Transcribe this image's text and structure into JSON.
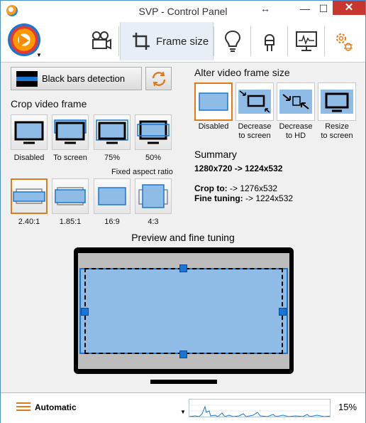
{
  "window": {
    "title": "SVP - Control Panel",
    "pin_icon": "resize-arrows-icon",
    "close": "✕"
  },
  "toolbar": {
    "logo": "svp-logo-icon",
    "tabs": [
      {
        "name": "video-camera-icon"
      },
      {
        "name": "crop-icon",
        "label": "Frame size",
        "active": true
      },
      {
        "name": "lightbulb-icon"
      },
      {
        "name": "connector-icon"
      },
      {
        "name": "monitor-graph-icon"
      },
      {
        "name": "gear-bug-icon"
      }
    ]
  },
  "black_bars": {
    "label": "Black bars detection"
  },
  "crop": {
    "heading": "Crop video frame",
    "modes": [
      "Disabled",
      "To screen",
      "75%",
      "50%"
    ],
    "fixed_heading": "Fixed aspect ratio",
    "ratios": [
      "2.40:1",
      "1.85:1",
      "16:9",
      "4:3"
    ],
    "selected_ratio": "2.40:1"
  },
  "alter": {
    "heading": "Alter video frame size",
    "options": [
      {
        "line1": "Disabled",
        "line2": ""
      },
      {
        "line1": "Decrease",
        "line2": "to screen"
      },
      {
        "line1": "Decrease",
        "line2": "to HD"
      },
      {
        "line1": "Resize",
        "line2": "to screen"
      }
    ],
    "selected": "Disabled"
  },
  "summary": {
    "heading": "Summary",
    "resolution": "1280x720 -> 1224x532",
    "crop_label": "Crop to:",
    "crop_value": "-> 1276x532",
    "fine_label": "Fine tuning:",
    "fine_value": "-> 1224x532"
  },
  "preview": {
    "heading": "Preview and fine tuning"
  },
  "status": {
    "profile": "Automatic",
    "cpu": "15%"
  },
  "colors": {
    "accent": "#1976d2",
    "selection": "#e07b1b",
    "frame_fill": "#8fbce6"
  }
}
